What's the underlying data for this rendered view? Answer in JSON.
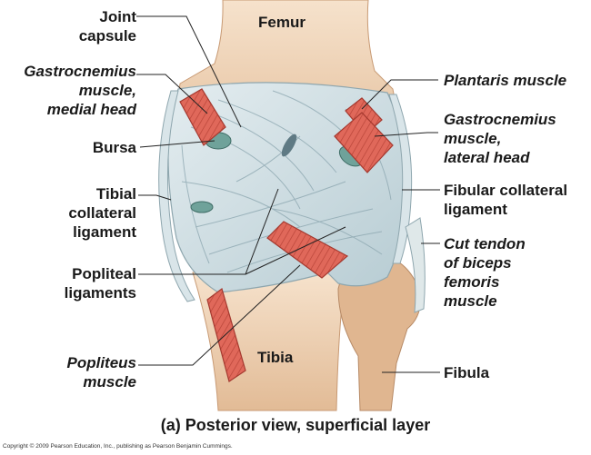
{
  "labels": {
    "femur": "Femur",
    "tibia": "Tibia",
    "joint_capsule": [
      "Joint",
      "capsule"
    ],
    "gastrocnemius_medial": [
      "Gastrocnemius",
      "muscle,",
      "medial head"
    ],
    "bursa": "Bursa",
    "tibial_collateral": [
      "Tibial",
      "collateral",
      "ligament"
    ],
    "popliteal_ligaments": [
      "Popliteal",
      "ligaments"
    ],
    "popliteus_muscle": [
      "Popliteus",
      "muscle"
    ],
    "plantaris_muscle": "Plantaris muscle",
    "gastrocnemius_lateral": [
      "Gastrocnemius",
      "muscle,",
      "lateral head"
    ],
    "fibular_collateral": [
      "Fibular collateral",
      "ligament"
    ],
    "cut_tendon": [
      "Cut tendon",
      "of biceps",
      "femoris",
      "muscle"
    ],
    "fibula": "Fibula"
  },
  "caption": "(a) Posterior view, superficial layer",
  "copyright": "Copyright © 2009 Pearson Education, Inc., publishing as Pearson Benjamin Cummings.",
  "colors": {
    "bone": "#e9c8a6",
    "capsule": "#c7d7dd",
    "muscle": "#e0685a",
    "bursa": "#6fa29a"
  }
}
